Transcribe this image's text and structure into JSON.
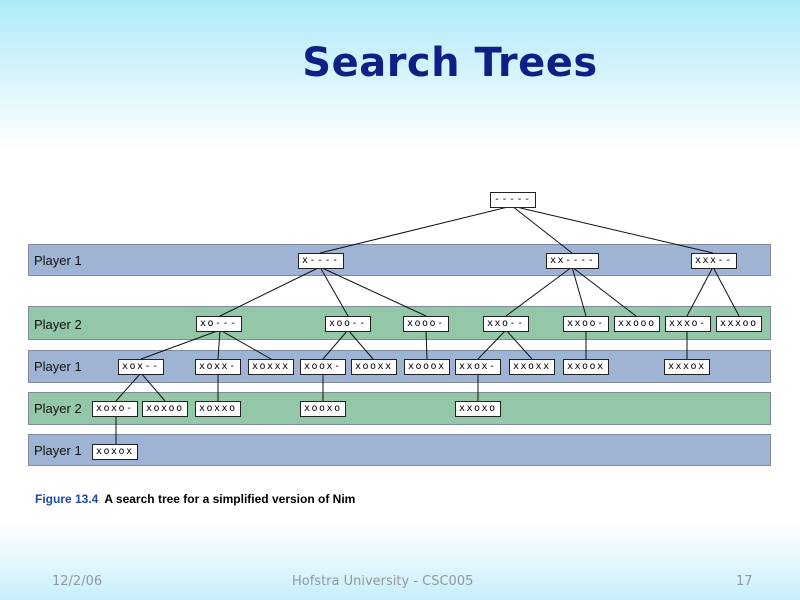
{
  "slide": {
    "title": "Search Trees",
    "caption_label": "Figure 13.4",
    "caption_text": "A search tree for a simplified version of Nim",
    "footer_date": "12/2/06",
    "footer_center": "Hofstra University - CSC005",
    "footer_page": "17"
  },
  "bands": [
    {
      "label": "Player 1",
      "player": 1
    },
    {
      "label": "Player 2",
      "player": 2
    },
    {
      "label": "Player 1",
      "player": 1
    },
    {
      "label": "Player 2",
      "player": 2
    },
    {
      "label": "Player 1",
      "player": 1
    }
  ],
  "tree": {
    "root": "-----",
    "level1": [
      "x----",
      "xx----",
      "xxx--"
    ],
    "level2": [
      "xo---",
      "xoo--",
      "xooo-",
      "xxo--",
      "xxoo-",
      "xxooo",
      "xxxo-",
      "xxxoo"
    ],
    "level3": [
      "xox--",
      "xoxx-",
      "xoxxx",
      "xoox-",
      "xooxx",
      "xooox",
      "xxox-",
      "xxoxx",
      "xxoox",
      "xxxox"
    ],
    "level4": [
      "xoxo-",
      "xoxoo",
      "xoxxo",
      "xooxo",
      "xxoxo"
    ],
    "level5": [
      "xoxox"
    ]
  }
}
